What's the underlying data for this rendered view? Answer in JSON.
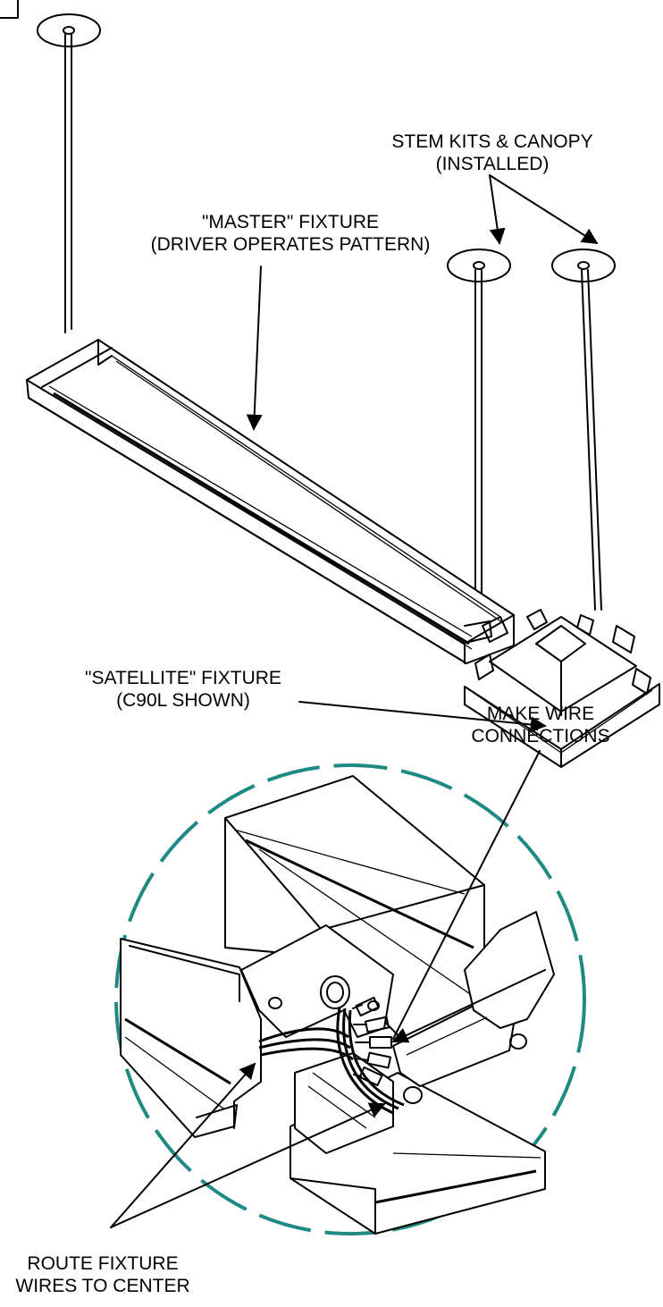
{
  "callouts": {
    "stem_kits": {
      "line1": "STEM KITS & CANOPY",
      "line2": "(INSTALLED)"
    },
    "master": {
      "line1": "\"MASTER\" FIXTURE",
      "line2": "(DRIVER OPERATES PATTERN)"
    },
    "satellite": {
      "line1": "\"SATELLITE\" FIXTURE",
      "line2": "(C90L SHOWN)"
    },
    "make_wire": {
      "line1": "MAKE WIRE",
      "line2": "CONNECTIONS"
    },
    "route_wires": {
      "line1": "ROUTE FIXTURE",
      "line2": "WIRES TO CENTER"
    }
  },
  "colors": {
    "ink": "#000000",
    "detail_circle": "#1f8a84",
    "paper": "#ffffff"
  }
}
